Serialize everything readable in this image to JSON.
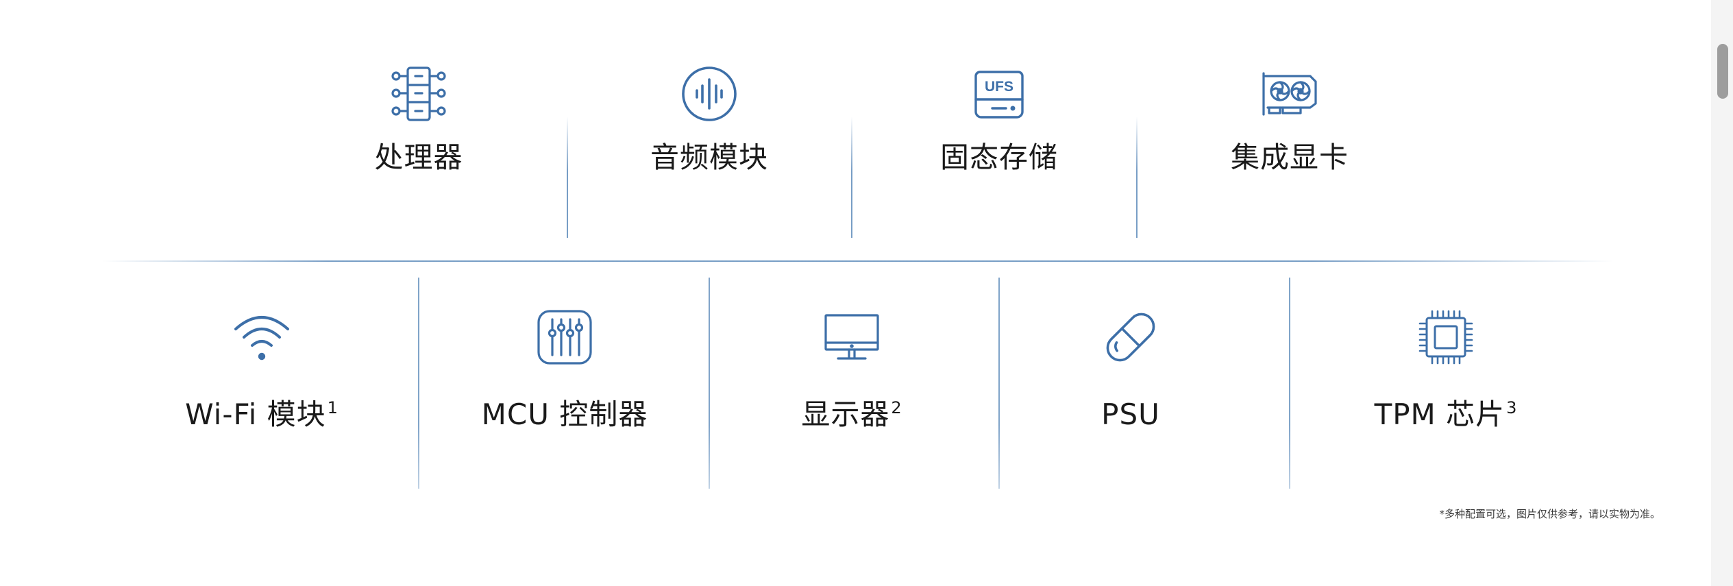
{
  "features": {
    "row1": [
      {
        "label": "处理器",
        "sup": "",
        "icon": "server-nodes-icon"
      },
      {
        "label": "音频模块",
        "sup": "",
        "icon": "audio-wave-icon"
      },
      {
        "label": "固态存储",
        "sup": "",
        "icon": "ufs-storage-icon"
      },
      {
        "label": "集成显卡",
        "sup": "",
        "icon": "graphics-card-icon"
      }
    ],
    "row2": [
      {
        "label": "Wi-Fi 模块",
        "sup": "1",
        "icon": "wifi-icon"
      },
      {
        "label": "MCU 控制器",
        "sup": "",
        "icon": "control-sliders-icon"
      },
      {
        "label": "显示器",
        "sup": "2",
        "icon": "monitor-icon"
      },
      {
        "label": "PSU",
        "sup": "",
        "icon": "capsule-icon"
      },
      {
        "label": "TPM 芯片",
        "sup": "3",
        "icon": "chip-icon"
      }
    ]
  },
  "ufs_icon_text": "UFS",
  "footnote": "*多种配置可选，图片仅供参考，请以实物为准。",
  "colors": {
    "icon": "#3d6fa8",
    "divider": "#4a7db2",
    "text": "#1a1a1a"
  }
}
